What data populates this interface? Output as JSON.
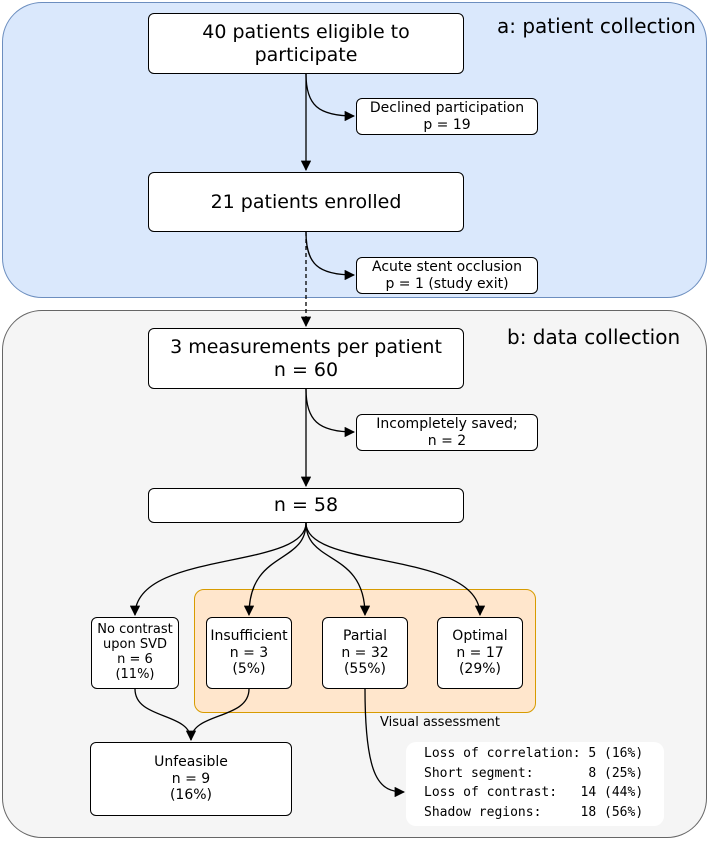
{
  "sections": {
    "a_title": "a: patient collection",
    "b_title": "b: data collection"
  },
  "boxes": {
    "eligible": [
      "40 patients eligible to",
      "participate"
    ],
    "declined": [
      "Declined participation",
      "p = 19"
    ],
    "enrolled": [
      "21 patients enrolled"
    ],
    "stent": [
      "Acute stent occlusion",
      "p = 1 (study exit)"
    ],
    "measurements": [
      "3 measurements per patient",
      "n = 60"
    ],
    "incomplete": [
      "Incompletely saved;",
      "n = 2"
    ],
    "n58": [
      "n = 58"
    ],
    "no_contrast": [
      "No contrast",
      "upon SVD",
      "n = 6",
      "(11%)"
    ],
    "insufficient": [
      "Insufficient",
      "n = 3",
      "(5%)"
    ],
    "partial": [
      "Partial",
      "n = 32",
      "(55%)"
    ],
    "optimal": [
      "Optimal",
      "n = 17",
      "(29%)"
    ],
    "unfeasible": [
      "Unfeasible",
      "n = 9",
      "(16%)"
    ]
  },
  "visual_assessment_label": "Visual assessment",
  "partial_reasons": [
    "Loss of correlation: 5 (16%)",
    "Short segment:       8 (25%)",
    "Loss of contrast:   14 (44%)",
    "Shadow regions:     18 (56%)"
  ],
  "colors": {
    "panel_a_fill": "#dae8fc",
    "panel_b_fill": "#f5f5f5",
    "visual_group_fill": "#ffe6cc",
    "visual_group_border": "#d79b00"
  }
}
